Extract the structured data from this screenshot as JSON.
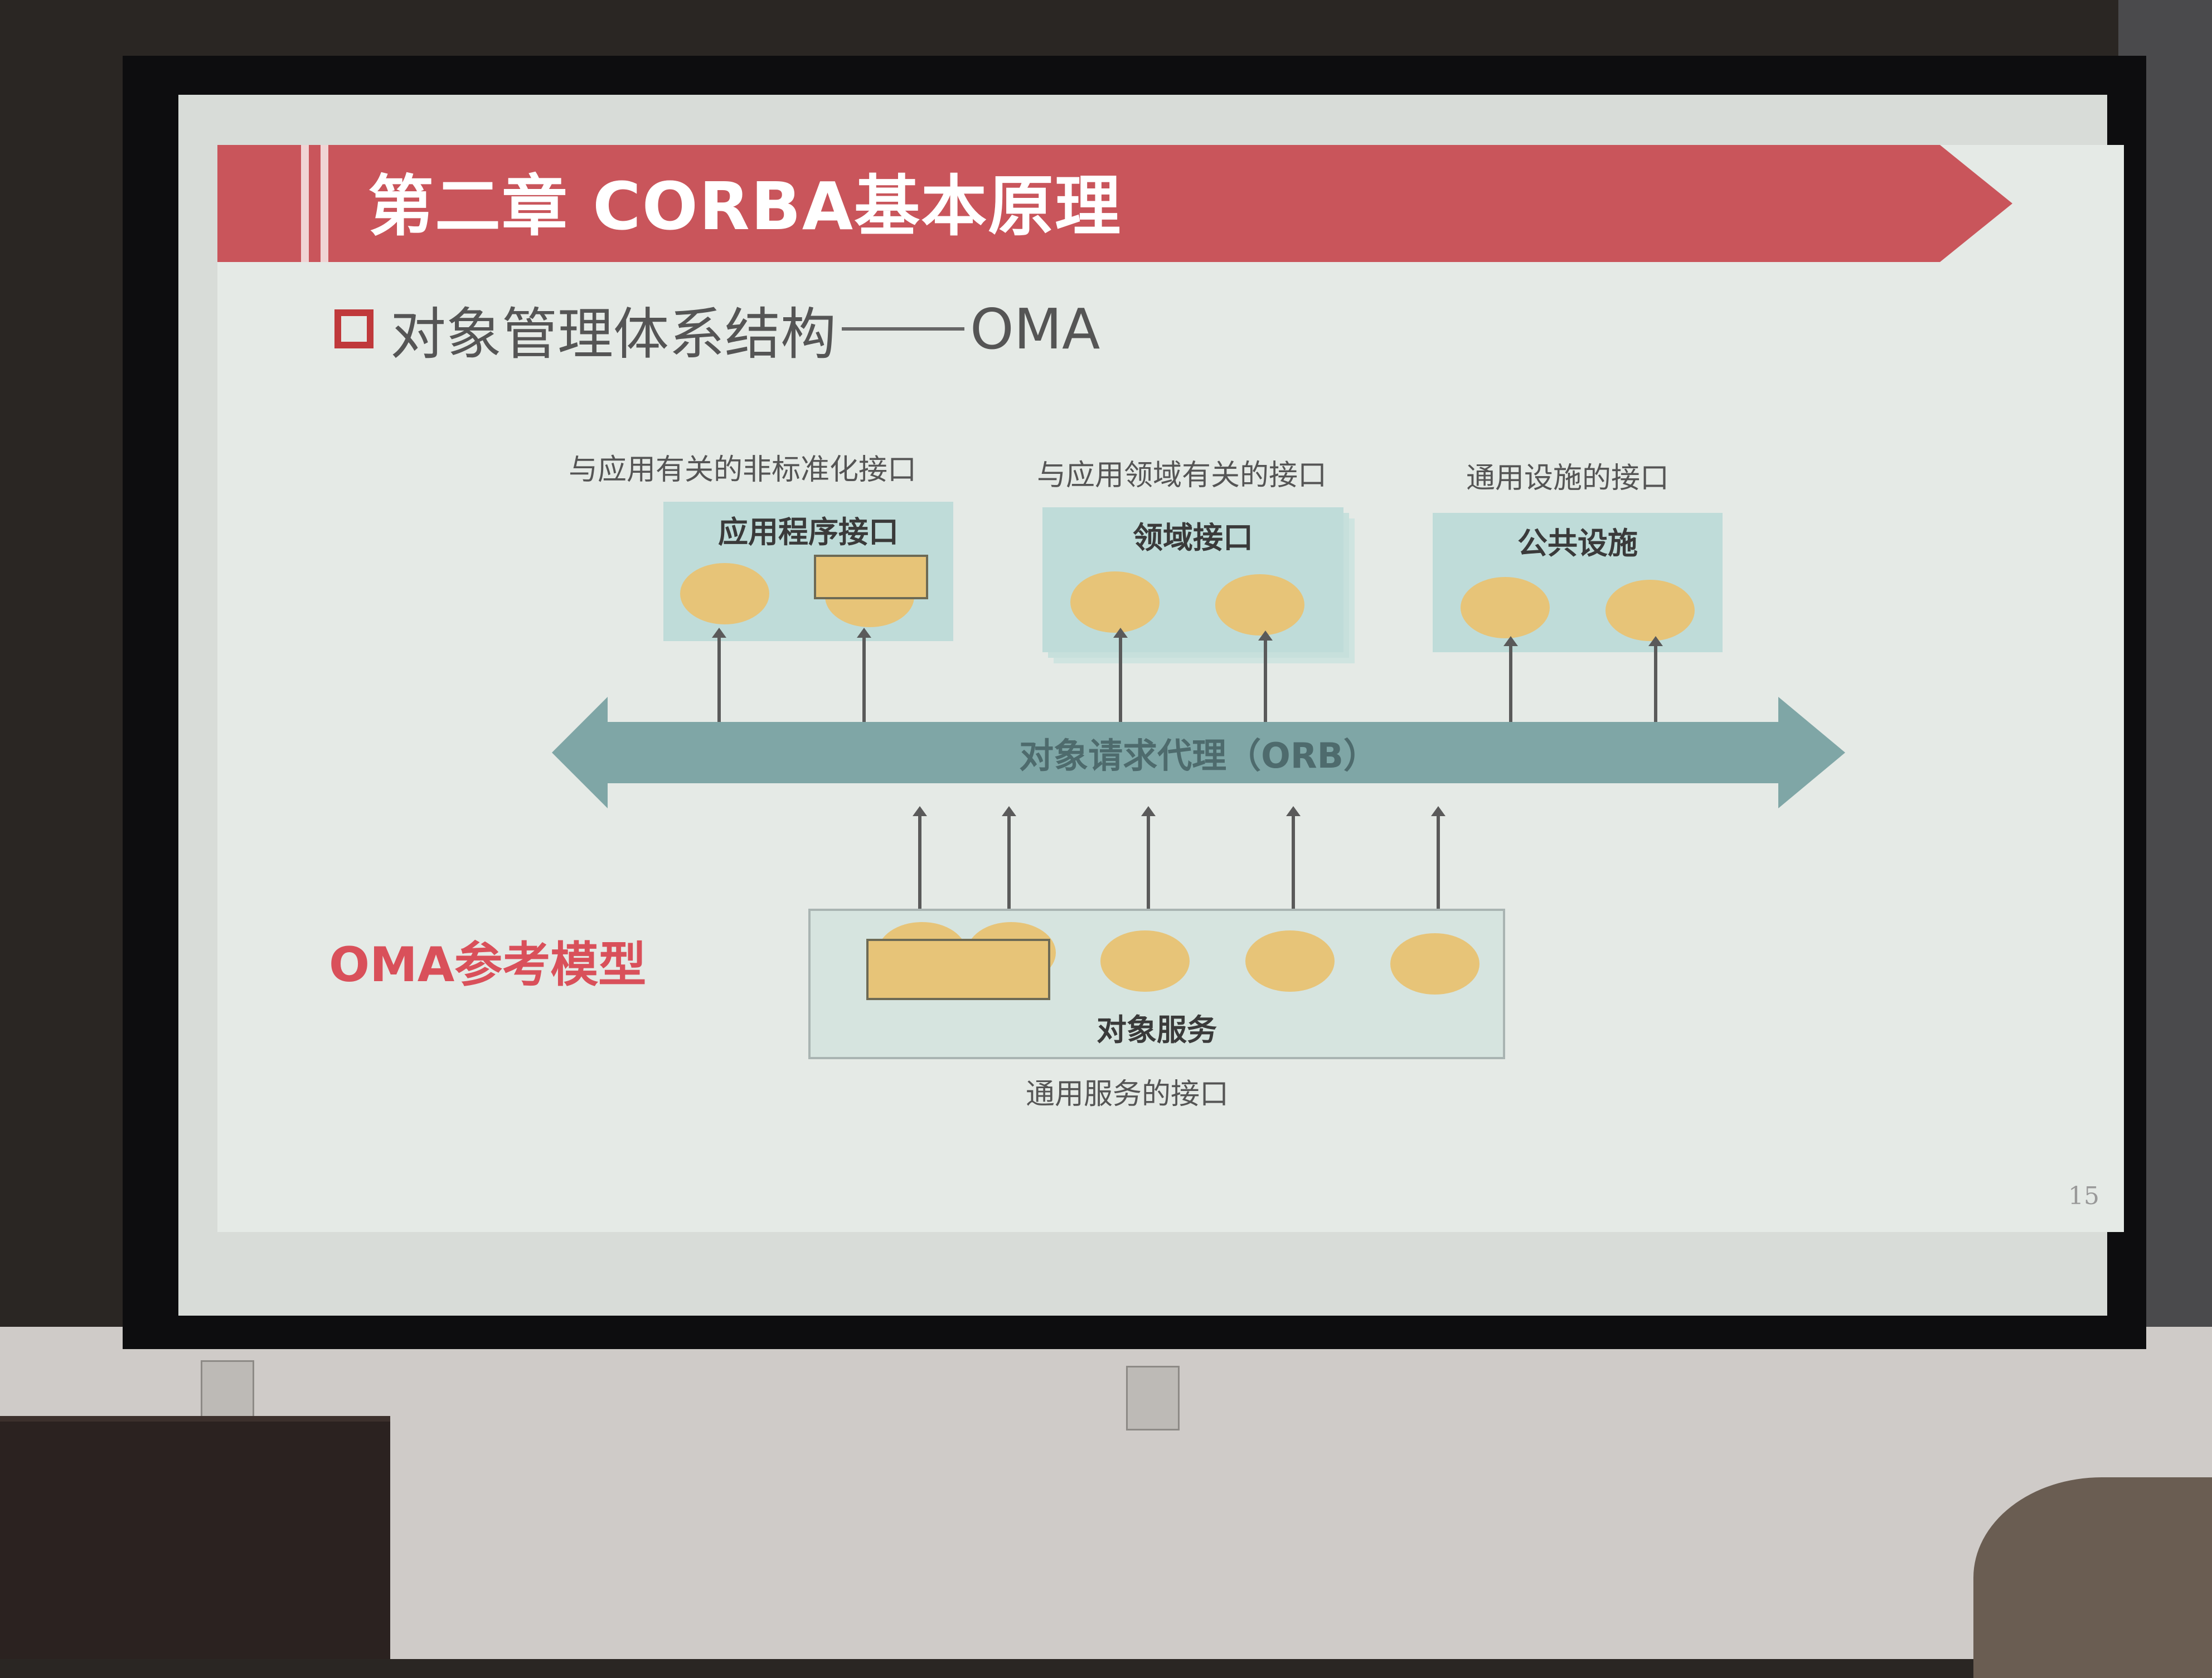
{
  "slide": {
    "title": "第二章 CORBA基本原理",
    "subtitle": "对象管理体系结构",
    "subtitle_suffix": "OMA",
    "ref_model_label": "OMA参考模型",
    "page_number": "15"
  },
  "top_groups": [
    {
      "interface_label": "与应用有关的非标准化接口",
      "box_title": "应用程序接口"
    },
    {
      "interface_label": "与应用领域有关的接口",
      "box_title": "领域接口"
    },
    {
      "interface_label": "通用设施的接口",
      "box_title": "公共设施"
    }
  ],
  "orb": {
    "label": "对象请求代理（ORB）"
  },
  "services": {
    "box_title": "对象服务",
    "interface_label": "通用服务的接口"
  },
  "colors": {
    "title_bar": "#c9555b",
    "bullet": "#c0393b",
    "box_fill": "#bfdcd9",
    "object": "#e7c478",
    "orb_arrow": "#7fa6a6",
    "ref_label": "#d9505a"
  }
}
